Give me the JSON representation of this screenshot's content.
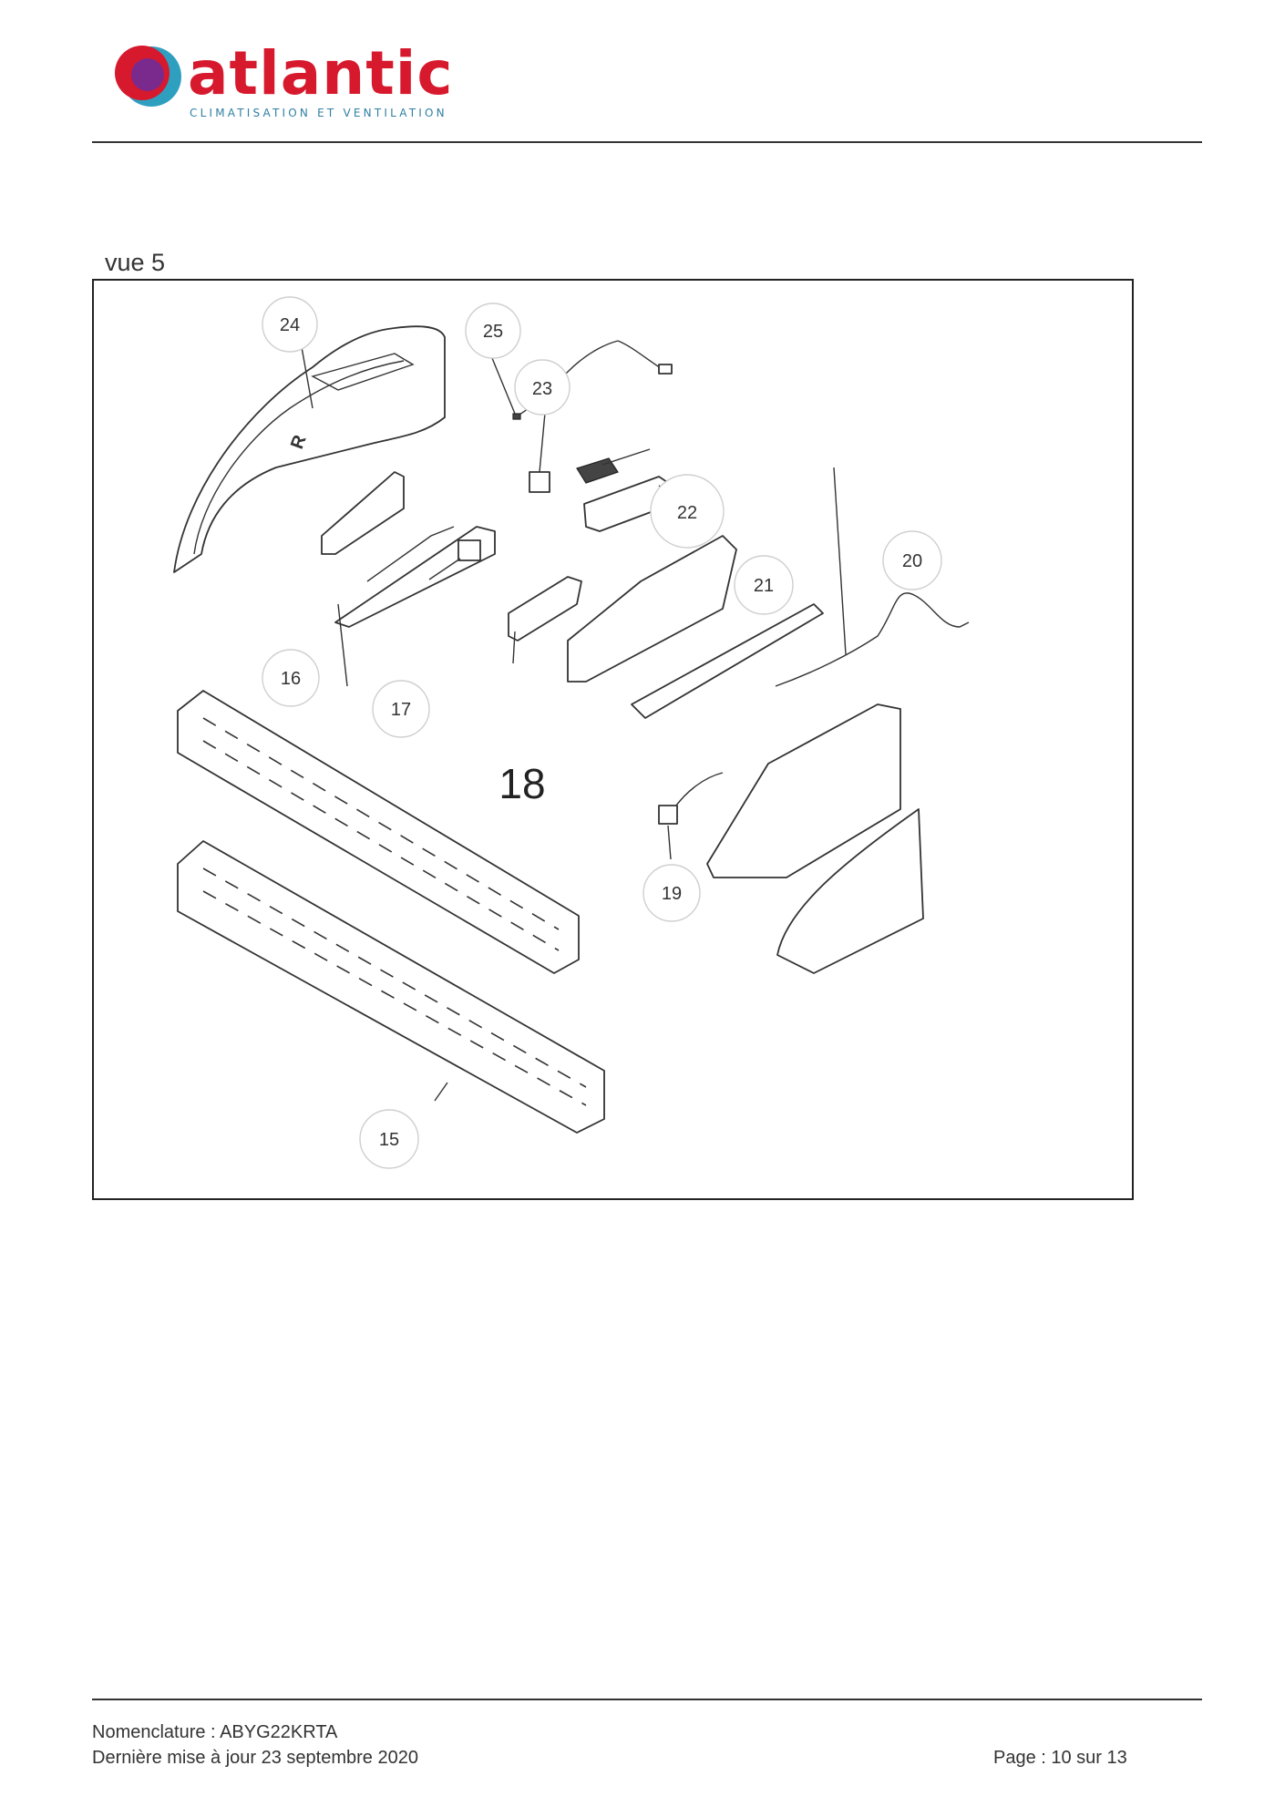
{
  "header": {
    "brand_name": "atlantic",
    "brand_tagline": "CLIMATISATION ET VENTILATION"
  },
  "section": {
    "title": "vue 5"
  },
  "diagram": {
    "callouts": [
      "24",
      "25",
      "23",
      "22",
      "21",
      "20",
      "16",
      "17",
      "18",
      "19",
      "15"
    ]
  },
  "footer": {
    "reference": "Nomenclature : ABYG22KRTA",
    "updated": "Dernière mise à jour 23 septembre 2020",
    "page": "Page : 10 sur 13"
  },
  "colors": {
    "brand_red": "#d7192d",
    "brand_purple": "#7a2a8c",
    "brand_teal": "#2f9fc0"
  }
}
